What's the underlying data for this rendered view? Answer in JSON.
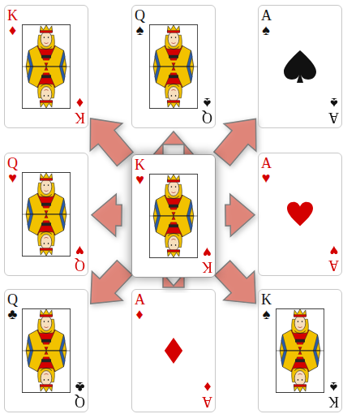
{
  "diagram": {
    "nodes": [
      {
        "text": [
          "K ♦",
          "K ♦"
        ]
      },
      {
        "text": [
          "Q ♠",
          "Q ♠"
        ]
      },
      {
        "text": [
          "A ♠",
          "A ♠"
        ]
      },
      {
        "text": [
          "Q ♥",
          "Q ♥"
        ]
      },
      {
        "text": [
          "K ♥",
          "K ♥"
        ]
      },
      {
        "text": [
          "A ♥",
          "A ♥"
        ]
      },
      {
        "text": [
          "Q ♣",
          "Q ♣"
        ]
      },
      {
        "text": [
          "A ♦",
          "A ♦"
        ]
      },
      {
        "text": [
          "K ♠",
          "K ♠"
        ]
      }
    ],
    "edges": [
      {
        "from": 4,
        "to": 0,
        "arrow": "to"
      },
      {
        "from": 4,
        "to": 1,
        "arrow": "to"
      },
      {
        "from": 4,
        "to": 2,
        "arrow": "to"
      },
      {
        "from": 4,
        "to": 3,
        "arrow": "to"
      },
      {
        "from": 4,
        "to": 5,
        "arrow": "to"
      },
      {
        "from": 4,
        "to": 6,
        "arrow": "to"
      },
      {
        "from": 4,
        "to": 7,
        "arrow": "to"
      },
      {
        "from": 4,
        "to": 8,
        "arrow": "to"
      }
    ]
  }
}
